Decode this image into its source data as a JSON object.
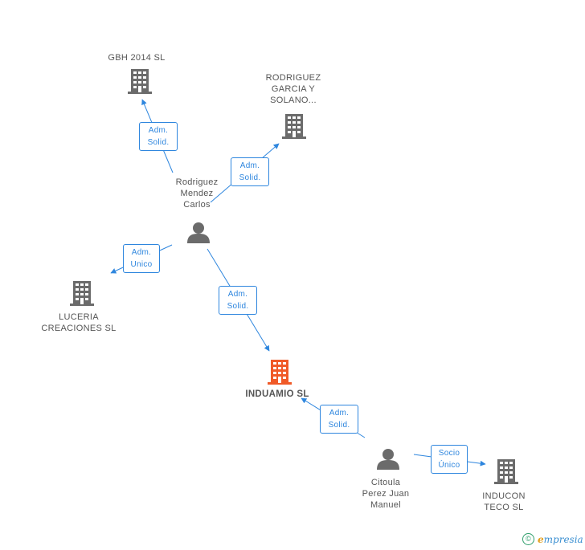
{
  "colors": {
    "edge": "#2e86de",
    "building": "#6b6b6b",
    "building_main": "#f05a28",
    "person": "#6b6b6b"
  },
  "nodes": {
    "gbh": "GBH 2014  SL",
    "rodriguez_garcia": "RODRIGUEZ\nGARCIA Y\nSOLANO...",
    "rodriguez_mendez": "Rodriguez\nMendez\nCarlos",
    "luceria": "LUCERIA\nCREACIONES SL",
    "induamio": "INDUAMIO SL",
    "citoula": "Citoula\nPerez Juan\nManuel",
    "inducon": "INDUCON\nTECO SL"
  },
  "edges": {
    "e1": "Adm.\nSolid.",
    "e2": "Adm.\nSolid.",
    "e3": "Adm.\nUnico",
    "e4": "Adm.\nSolid.",
    "e5": "Adm.\nSolid.",
    "e6": "Socio\nÚnico"
  },
  "brand": {
    "copyright": "©",
    "name_first": "e",
    "name_rest": "mpresia"
  }
}
